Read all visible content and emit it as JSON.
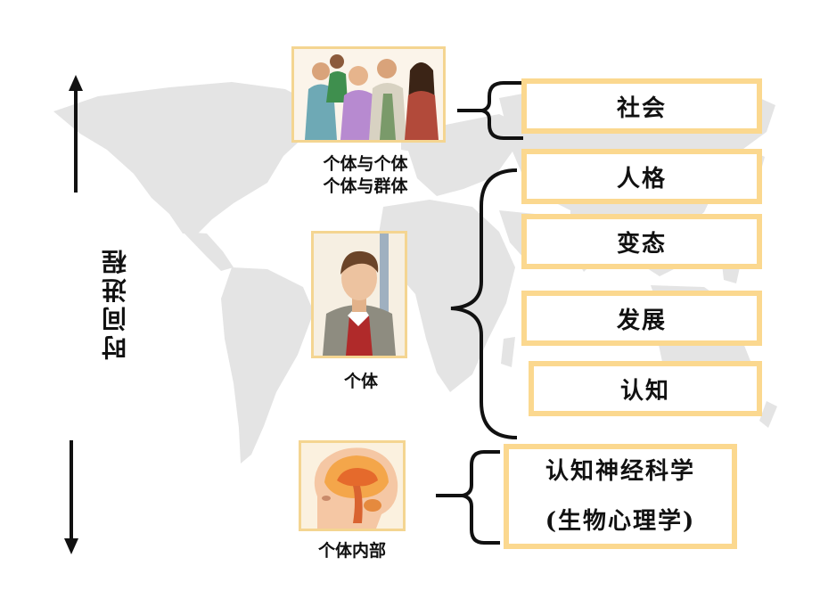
{
  "time_label": "时间进程",
  "levels": [
    {
      "caption_lines": [
        "个体与个体",
        "个体与群体"
      ],
      "image": "people-group-illustration"
    },
    {
      "caption_lines": [
        "个体"
      ],
      "image": "young-man-portrait-illustration"
    },
    {
      "caption_lines": [
        "个体内部"
      ],
      "image": "brain-head-illustration"
    }
  ],
  "boxes": [
    {
      "lines": [
        "社会"
      ]
    },
    {
      "lines": [
        "人格"
      ]
    },
    {
      "lines": [
        "变态"
      ]
    },
    {
      "lines": [
        "发展"
      ]
    },
    {
      "lines": [
        "认知"
      ]
    },
    {
      "lines": [
        "认知神经科学",
        "(生物心理学)"
      ]
    }
  ],
  "colors": {
    "box_border": "#fbd88f",
    "map": "#e3e3e3",
    "arrow": "#111111"
  }
}
